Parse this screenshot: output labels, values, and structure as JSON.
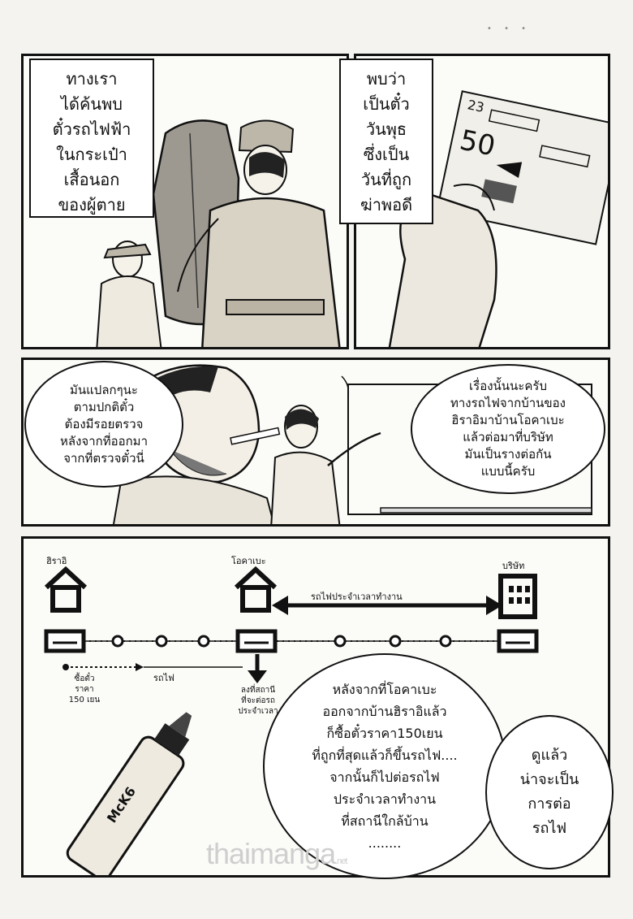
{
  "panel1": {
    "caption_lines": [
      "ทางเรา",
      "ได้ค้นพบ",
      "ตั๋วรถไฟฟ้า",
      "ในกระเป๋า",
      "เสื้อนอก",
      "ของผู้ตาย"
    ]
  },
  "panel2": {
    "caption_lines": [
      "พบว่า",
      "เป็นตั๋ว",
      "วันพุธ",
      "ซึ่งเป็น",
      "วันที่ถูก",
      "ฆ่าพอดี"
    ]
  },
  "panel3": {
    "left_bubble_lines": [
      "มันแปลกๆนะ",
      "ตามปกติตั๋ว",
      "ต้องมีรอยตรวจ",
      "หลังจากที่ออกมา",
      "จากที่ตรวจตั๋วนี่"
    ],
    "right_bubble_lines": [
      "เรื่องนั้นนะครับ",
      "ทางรถไฟจากบ้านของ",
      "ฮิราอิมาบ้านโอคาเบะ",
      "แล้วต่อมาที่บริษัท",
      "มันเป็นรางต่อกัน",
      "แบบนี้ครับ"
    ]
  },
  "panel4": {
    "diagram": {
      "label_hirai": "ฮิราอิ",
      "label_okabe": "โอคาเบะ",
      "label_company": "บริษัท",
      "commuter_train_label": "รถไฟประจำเวลาทำงาน",
      "train_label": "รถไฟ",
      "note_bought": [
        "ซื้อตั๋ว",
        "ราคา",
        "150 เยน"
      ],
      "note_transfer": [
        "ลงที่สถานี",
        "ที่จะต่อรถ",
        "ประจำเวลา"
      ]
    },
    "main_bubble_lines": [
      "หลังจากที่โอคาเบะ",
      "ออกจากบ้านฮิราอิแล้ว",
      "ก็ซื้อตั๋วราคา150เยน",
      "ที่ถูกที่สุดแล้วก็ขึ้นรถไฟ....",
      "จากนั้นก็ไปต่อรถไฟ",
      "ประจำเวลาทำงาน",
      "ที่สถานีใกล้บ้าน",
      "........"
    ],
    "side_bubble_lines": [
      "ดูแล้ว",
      "น่าจะเป็น",
      "การต่อ",
      "รถไฟ"
    ],
    "marker_text": "McK6"
  },
  "watermark": {
    "main": "thaimanga",
    "suffix": ".net"
  }
}
